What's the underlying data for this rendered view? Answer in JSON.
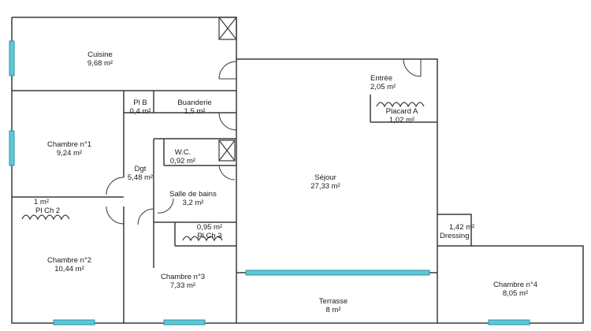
{
  "rooms": {
    "cuisine": {
      "name": "Cuisine",
      "area": "9,68  m²"
    },
    "plb": {
      "name": "Pl B",
      "area": "0,4  m²"
    },
    "buanderie": {
      "name": "Buanderie",
      "area": "1,5  m²"
    },
    "entree": {
      "name": "Entrée",
      "area": "2,05  m²"
    },
    "placard_a": {
      "name": "Placard A",
      "area": "1,02  m²"
    },
    "chambre1": {
      "name": "Chambre n°1",
      "area": "9,24  m²"
    },
    "wc": {
      "name": "W.C.",
      "area": "0,92  m²"
    },
    "dgt": {
      "name": "Dgt",
      "area": "5,48  m²"
    },
    "sejour": {
      "name": "Séjour",
      "area": "27,33  m²"
    },
    "sdb": {
      "name": "Salle de bains",
      "area": "3,2  m²"
    },
    "plch2": {
      "name": "Pl Ch 2",
      "area": "1  m²"
    },
    "plch3": {
      "name": "Pl Ch 3",
      "area": "0,95  m²"
    },
    "dressing": {
      "name": "Dressing",
      "area": "1,42  m²"
    },
    "chambre2": {
      "name": "Chambre n°2",
      "area": "10,44  m²"
    },
    "chambre3": {
      "name": "Chambre n°3",
      "area": "7,33  m²"
    },
    "terrasse": {
      "name": "Terrasse",
      "area": "8  m²"
    },
    "chambre4": {
      "name": "Chambre n°4",
      "area": "8,05  m²"
    }
  },
  "colors": {
    "wall": "#3a3a3a",
    "window": "#5ec8d8",
    "window_edge": "#2a8fa0"
  }
}
